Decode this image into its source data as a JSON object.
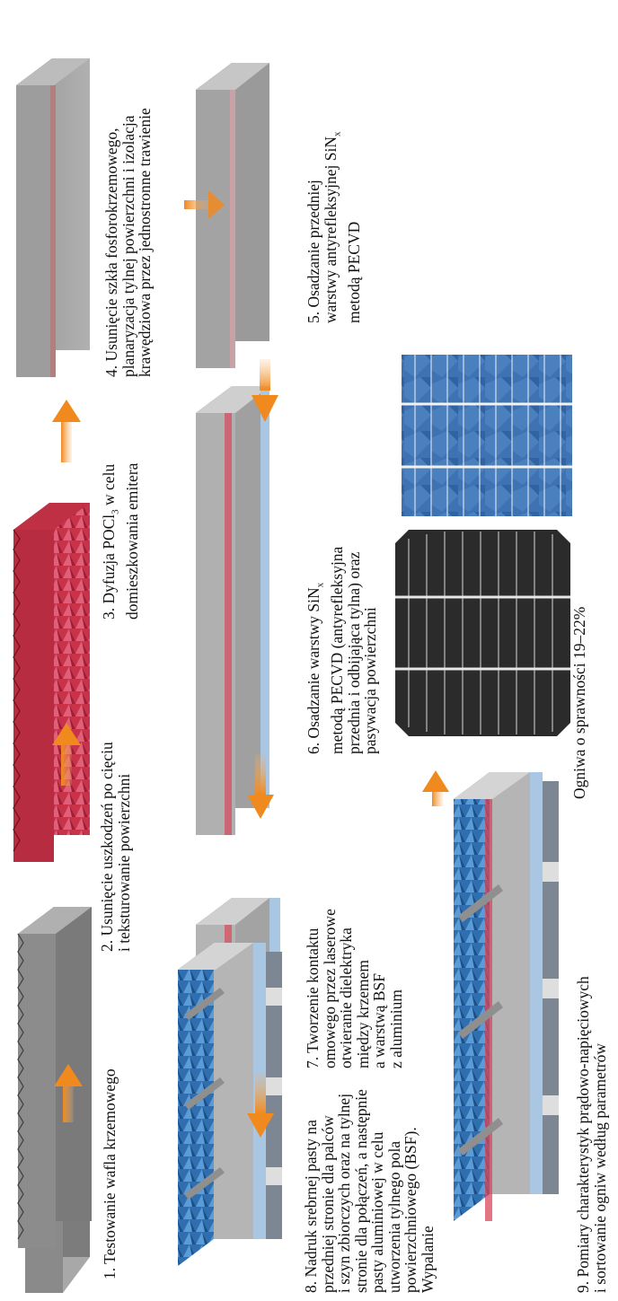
{
  "steps": [
    {
      "id": "s1",
      "lines": [
        "1. Testowanie wafla krzemowego"
      ]
    },
    {
      "id": "s2",
      "lines": [
        "2. Usunięcie uszkodzeń po cięciu",
        "i teksturowanie powierzchni"
      ]
    },
    {
      "id": "s3",
      "line1_a": "3. Dyfuzja POCl",
      "line1_sub": "3",
      "line1_b": " w celu",
      "line2": "domieszkowania emitera"
    },
    {
      "id": "s4",
      "lines": [
        "4. Usunięcie szkła fosforokrzemowego,",
        "planaryzacja tylnej powierzchni i izolacja",
        "krawędziowa przez jednostronne trawienie"
      ]
    },
    {
      "id": "s5",
      "line1": "5. Osadzanie przedniej",
      "line2_a": "warstwy antyrefleksyjnej SiN",
      "line2_sub": "x",
      "line3": "metodą PECVD"
    },
    {
      "id": "s6",
      "line1_a": "6. Osadzanie warstwy SiN",
      "line1_sub": "x",
      "lines_rest": [
        "metodą PECVD (antyrefleksyjna",
        "przednia i odbijająca tylna) oraz",
        "pasywacja powierzchni"
      ]
    },
    {
      "id": "s7",
      "lines": [
        "7. Tworzenie kontaktu",
        "omowego przez laserowe",
        "otwieranie dielektryka",
        "między krzemem",
        "a warstwą BSF",
        "z aluminium"
      ]
    },
    {
      "id": "s8",
      "lines": [
        "8. Nadruk srebrnej pasty na",
        "przedniej stronie dla palców",
        "i szyn zbiorczych oraz na tylnej",
        "stronie dla połączeń, a następnie",
        "pasty aluminiowej w celu",
        "utworzenia tylnego pola",
        "powierzchniowego (BSF).",
        "Wypalanie"
      ]
    },
    {
      "id": "s9",
      "lines": [
        "9. Pomiary charakterystyk prądowo-napięciowych",
        "i sortowanie ogniw według parametrów"
      ]
    }
  ],
  "result": {
    "label": "Ogniwa o sprawności 19–22%"
  },
  "colors": {
    "arrow": "#f39a3c",
    "emitter_red": "#c8334a",
    "sinx_blue": "#3f7fbf",
    "silicon": "#9a9a9a",
    "back_blue": "#a9c6e2"
  }
}
